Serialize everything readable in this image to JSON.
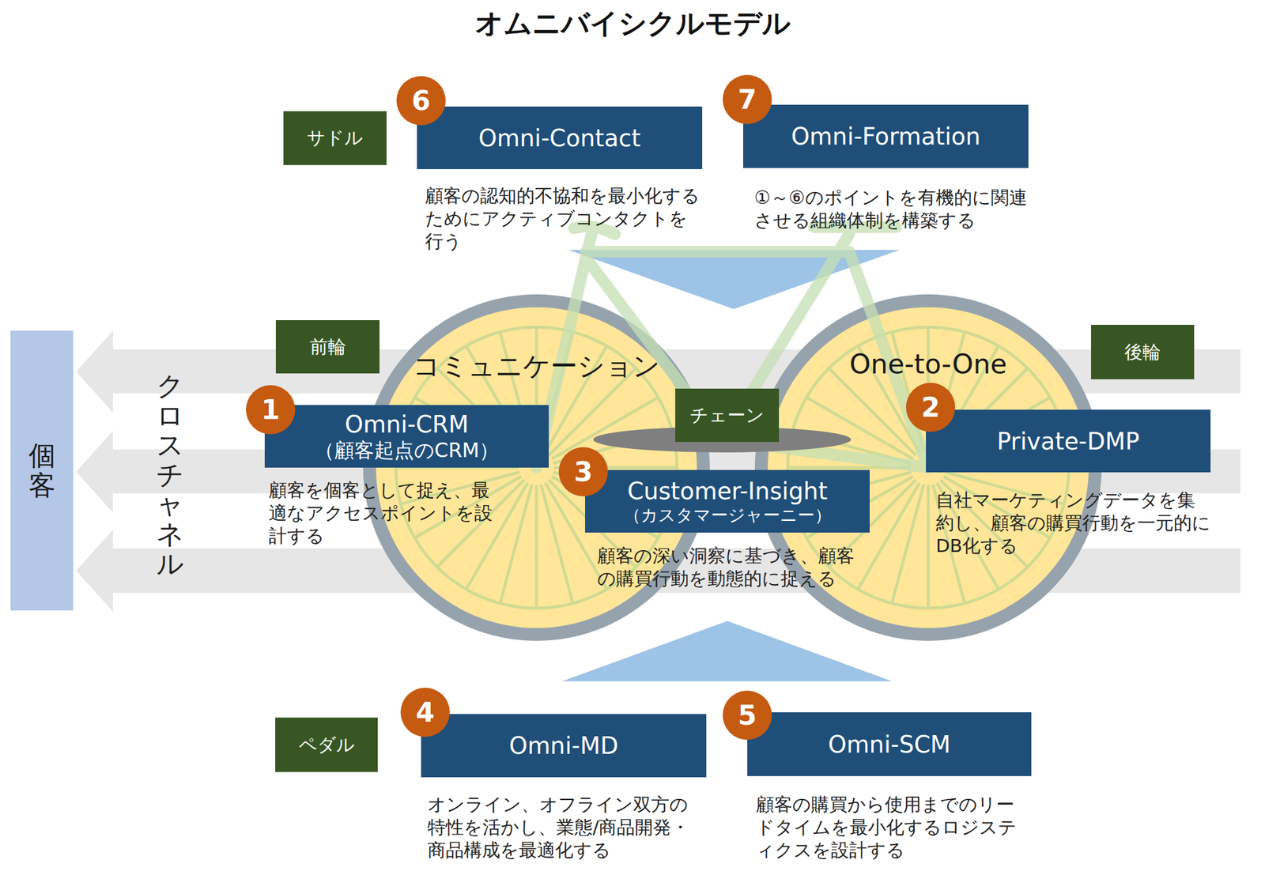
{
  "diagram": {
    "title": "オムニバイシクルモデル",
    "nodes": [
      {
        "text": [
          "サドル"
        ]
      },
      {
        "text": [
          "Omni-Contact",
          "顧客の認知的不協和を最小化するためにアクティブコンタクトを行う"
        ]
      },
      {
        "text": [
          "Omni-Formation",
          "①～⑥のポイントを有機的に関連させる組織体制を構築する"
        ]
      },
      {
        "text": [
          "前輪"
        ]
      },
      {
        "text": [
          "コミュニケーション"
        ]
      },
      {
        "text": [
          "One-to-One"
        ]
      },
      {
        "text": [
          "後輪"
        ]
      },
      {
        "text": [
          "個客"
        ]
      },
      {
        "text": [
          "チェーン"
        ]
      },
      {
        "text": [
          "Omni-CRM",
          "（顧客起点のCRM）",
          "顧客を個客として捉え、最適なアクセスポイントを設計する"
        ]
      },
      {
        "text": [
          "Private-DMP",
          "自社マーケティングデータを集約し、顧客の購買行動を一元的にDB化する"
        ]
      },
      {
        "text": [
          "Customer-Insight",
          "（カスタマージャーニー）",
          "顧客の深い洞察に基づき、顧客の購買行動を動態的に捉える"
        ]
      },
      {
        "text": [
          "ペダル"
        ]
      },
      {
        "text": [
          "Omni-MD",
          "オンライン、オフライン双方の特性を活かし、業態/商品開発・商品構成を最適化する"
        ]
      },
      {
        "text": [
          "Omni-SCM",
          "顧客の購買から使用までのリードタイムを最小化するロジスティクスを設計する"
        ]
      }
    ],
    "labels": [
      "6",
      "7",
      "クロスチャネル",
      "1",
      "2",
      "3",
      "4",
      "5"
    ]
  }
}
